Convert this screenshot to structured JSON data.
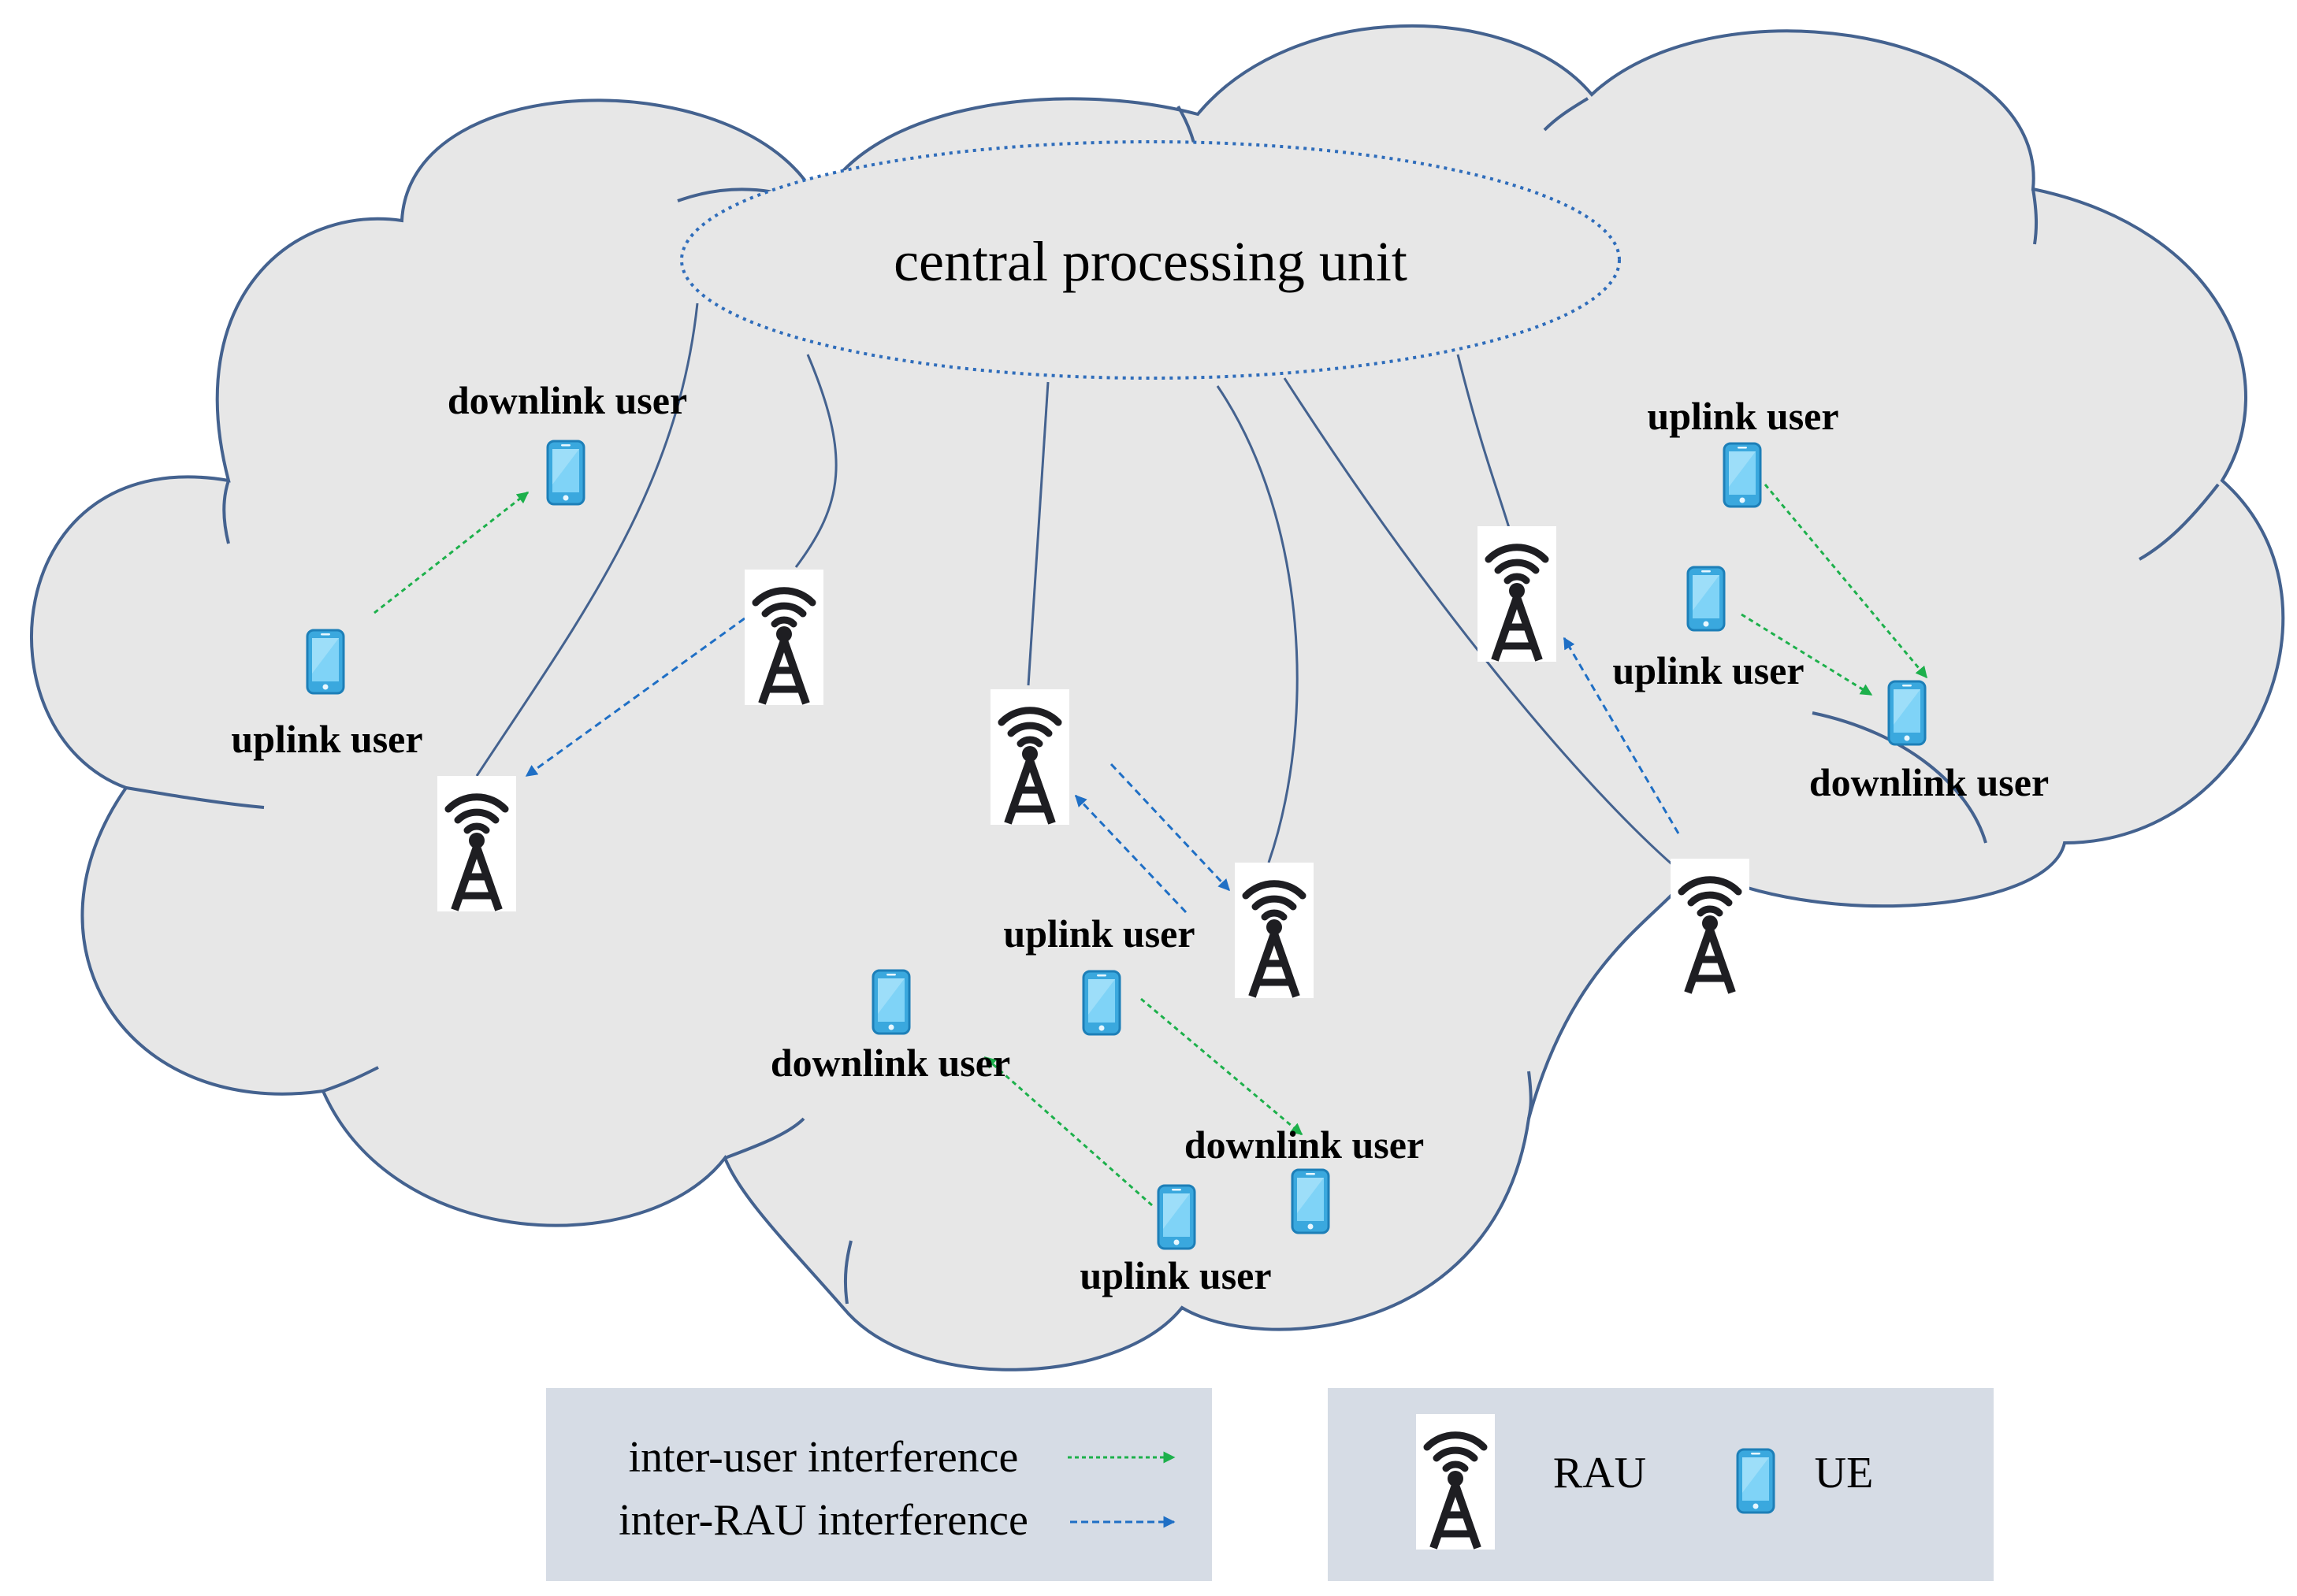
{
  "central_unit": {
    "label": "central processing unit"
  },
  "user_labels": {
    "dl_left_top": "downlink user",
    "ul_left": "uplink user",
    "ul_right_top": "uplink user",
    "ul_right_mid": "uplink user",
    "dl_right": "downlink user",
    "ul_center": "uplink user",
    "dl_center_left": "downlink user",
    "dl_center_right": "downlink user",
    "ul_bottom": "uplink user"
  },
  "legend": {
    "inter_user": "inter-user  interference",
    "inter_rau": "inter-RAU  interference",
    "rau": "RAU",
    "ue": "UE"
  },
  "colors": {
    "inter_user_interference": "#1db04b",
    "inter_rau_interference": "#1f6fc5",
    "cloud_fill": "#e7e7e7",
    "cloud_stroke": "#44628f",
    "legend_bg": "#d6dce5",
    "ue_blue": "#3aa8de"
  },
  "icons": {
    "rau": "antenna-tower-icon",
    "ue": "smartphone-icon"
  }
}
